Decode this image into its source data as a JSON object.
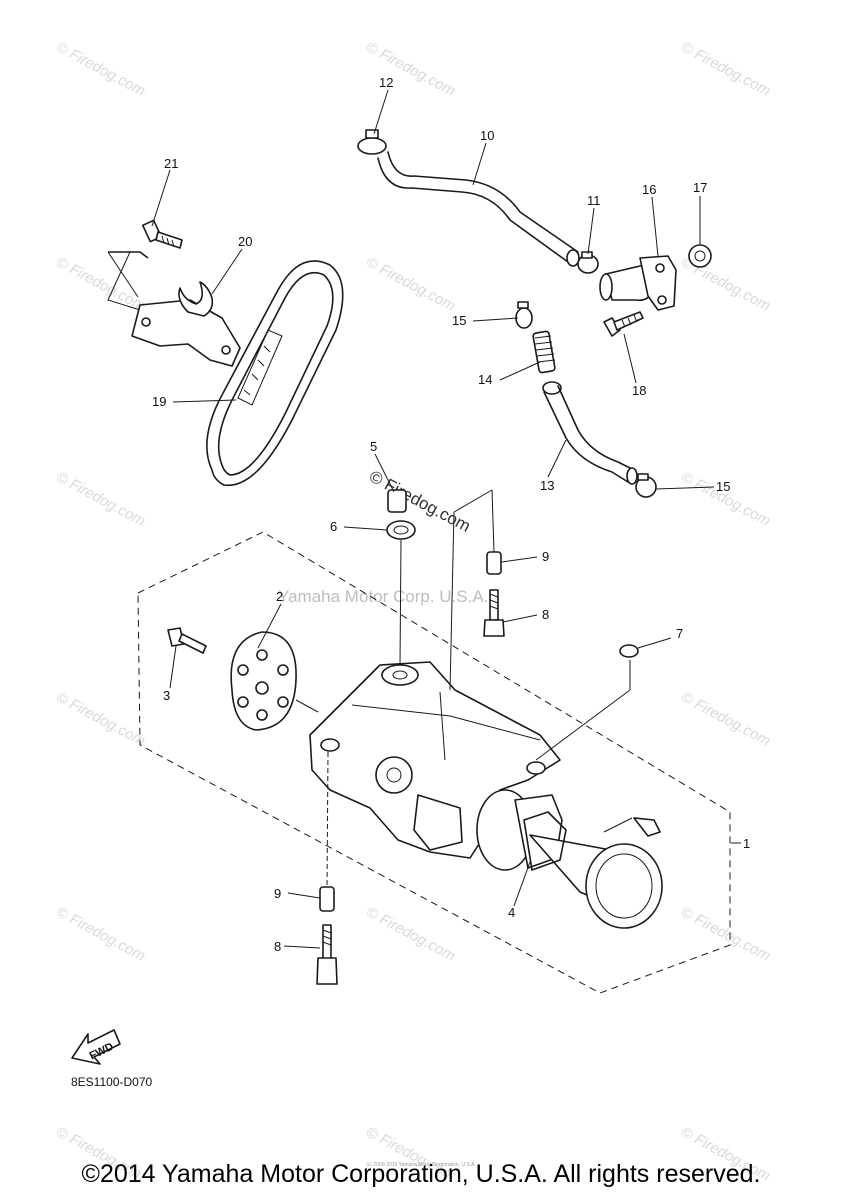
{
  "diagram": {
    "callouts": {
      "c1": "1",
      "c2": "2",
      "c3": "3",
      "c4": "4",
      "c5": "5",
      "c6": "6",
      "c7": "7",
      "c8a": "8",
      "c8b": "8",
      "c9a": "9",
      "c9b": "9",
      "c10": "10",
      "c11": "11",
      "c12": "12",
      "c13": "13",
      "c14": "14",
      "c15a": "15",
      "c15b": "15",
      "c16": "16",
      "c17": "17",
      "c18": "18",
      "c19": "19",
      "c20": "20",
      "c21": "21"
    },
    "fwd_label": "FWD",
    "diagram_code": "8ES1100-D070",
    "watermark": "© Firedog.com",
    "center_watermark": "© Firedog.com",
    "center_watermark_2": "Yamaha Motor Corp. U.S.A."
  },
  "footer": {
    "copyright": "©2014 Yamaha Motor Corporation, U.S.A. All rights reserved.",
    "tiny": "(c) 2000-2015 Yamaha Motor Corporation, U.S.A."
  }
}
